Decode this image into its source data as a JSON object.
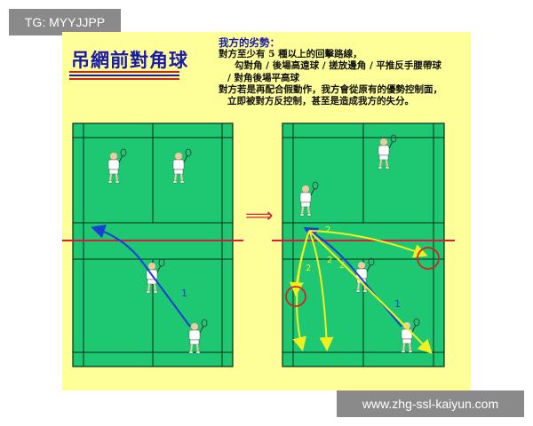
{
  "watermark_top": "TG: MYYJJPP",
  "watermark_bottom": "www.zhg-ssl-kaiyun.com",
  "title": "吊網前對角球",
  "notes": {
    "heading": "我方的劣勢：",
    "line1": "對方至少有 5 種以上的回擊路線，",
    "line2": "勾對角 / 後場高遠球 / 搓放邊角 / 平推反手腰帶球",
    "line3": "/ 對角後場平高球",
    "line4": "對方若是再配合假動作，我方會從原有的優勢控制面，",
    "line5": "立即被對方反控制，甚至是造成我方的失分。"
  },
  "arrow_symbol": "⟹",
  "left_path_label": "1",
  "right_labels": [
    "1",
    "2",
    "2",
    "2",
    "2"
  ],
  "colors": {
    "court": "#1ec872",
    "line": "#0a2a12",
    "net": "#d81c3c",
    "path_blue": "#1a3fd4",
    "path_yellow": "#f0f020",
    "highlight_circle": "#d82020",
    "poster_bg": "#ffff99",
    "title": "#1a1aa8"
  }
}
